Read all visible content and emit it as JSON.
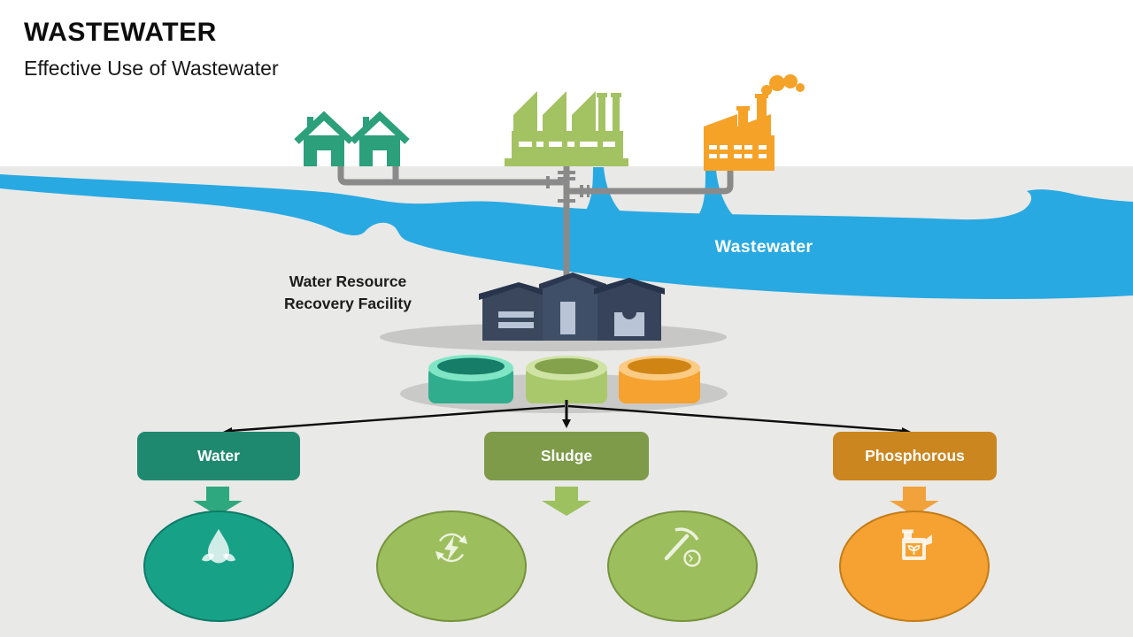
{
  "slide": {
    "title": "WASTEWATER",
    "subtitle": "Effective Use of Wastewater",
    "river_label": "Wastewater",
    "facility_label_line1": "Water Resource",
    "facility_label_line2": "Recovery Facility",
    "outputs": [
      {
        "label": "Water",
        "box_color": "#1f8970",
        "arrow_color": "#2ea87e"
      },
      {
        "label": "Sludge",
        "box_color": "#7d9b48",
        "arrow_color": "#9cc15e"
      },
      {
        "label": "Phosphorous",
        "box_color": "#cb861f",
        "arrow_color": "#f1a23b"
      }
    ],
    "result_bubbles": [
      {
        "icon": "water-droplet-icon",
        "color": "#17a287",
        "meaning": "clean water"
      },
      {
        "icon": "energy-recycle-icon",
        "color": "#9dbe5c",
        "meaning": "energy recovery"
      },
      {
        "icon": "pickaxe-rock-icon",
        "color": "#9dbe5c",
        "meaning": "soil / resource use"
      },
      {
        "icon": "fertilizer-jug-icon",
        "color": "#f5a232",
        "meaning": "fertilizer"
      }
    ],
    "palette": {
      "ground": "#e9e9e8",
      "river_blue": "#29a9e1",
      "pipe_gray": "#8a8a8a",
      "house_teal": "#2ba07b",
      "factory_green": "#a3c262",
      "factory_orange": "#f5a229",
      "facility_navy": "#39465a",
      "tank_teal": "#2fad8d",
      "tank_green": "#a9c86c",
      "tank_orange": "#f5a230",
      "shadow_gray": "#c7c7c6",
      "arrow_black": "#0d0d0d"
    }
  }
}
